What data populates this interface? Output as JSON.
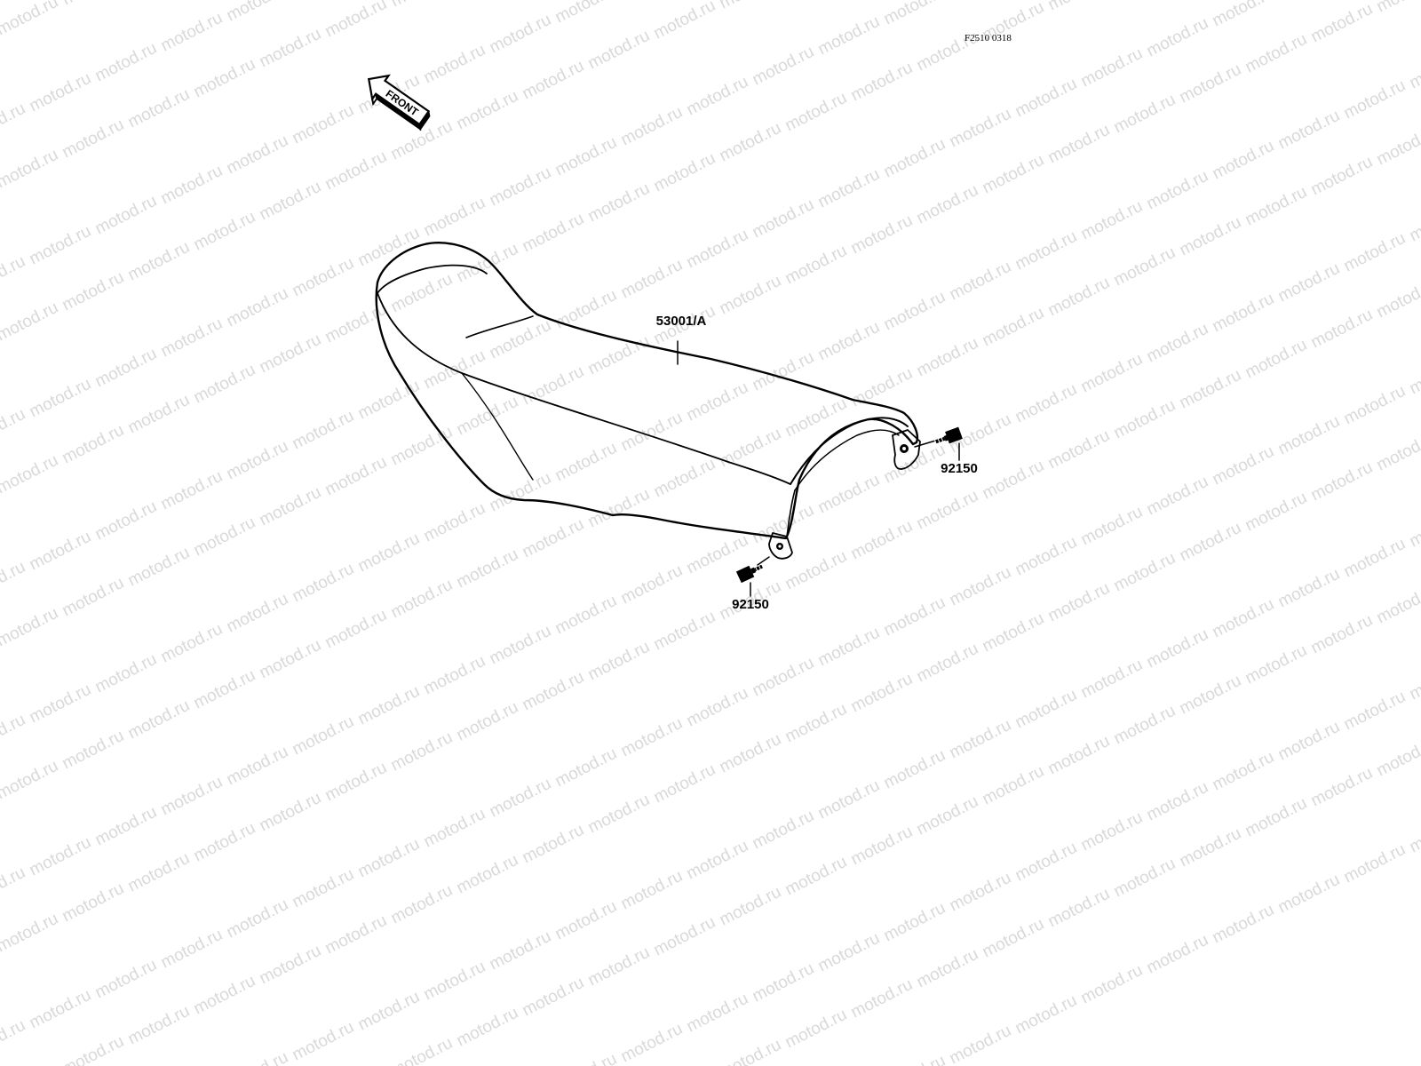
{
  "diagram": {
    "reference_code": "F2510 0318",
    "watermark": "motod.ru",
    "front_marker": {
      "label": "FRONT",
      "icon": "front-arrow-icon"
    },
    "parts": [
      {
        "id": "seat",
        "number": "53001/A"
      },
      {
        "id": "bolt-rear",
        "number": "92150"
      },
      {
        "id": "bolt-lower",
        "number": "92150"
      }
    ]
  }
}
